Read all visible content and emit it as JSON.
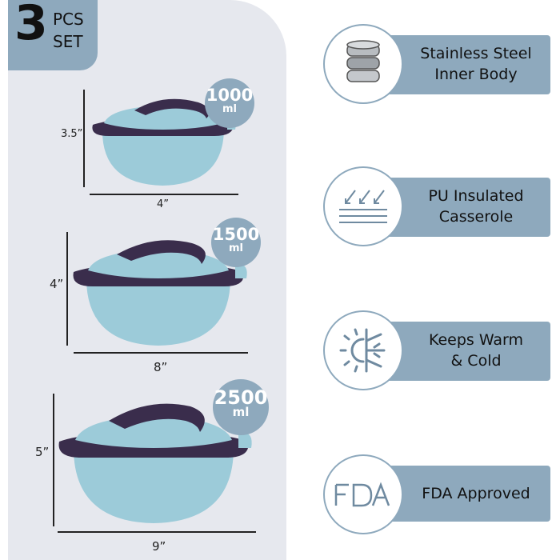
{
  "badge": {
    "number": "3",
    "line1": "PCS",
    "line2": "SET"
  },
  "products": [
    {
      "capacity": "1000",
      "unit": "ml",
      "height": "3.5”",
      "width": "4”"
    },
    {
      "capacity": "1500",
      "unit": "ml",
      "height": "4”",
      "width": "8”"
    },
    {
      "capacity": "2500",
      "unit": "ml",
      "height": "5”",
      "width": "9”"
    }
  ],
  "features": [
    {
      "icon": "steel-stack-icon",
      "line1": "Stainless Steel",
      "line2": "Inner Body"
    },
    {
      "icon": "insulation-layer-icon",
      "line1": "PU Insulated",
      "line2": "Casserole"
    },
    {
      "icon": "sun-snowflake-icon",
      "line1": "Keeps Warm",
      "line2": "& Cold"
    },
    {
      "icon": "fda-logo-icon",
      "line1": "FDA Approved",
      "line2": ""
    }
  ],
  "colors": {
    "accent": "#8ea9bd",
    "panel": "#e6e8ee",
    "pot_body": "#9ccbd9",
    "pot_lid": "#3a2d4c"
  }
}
